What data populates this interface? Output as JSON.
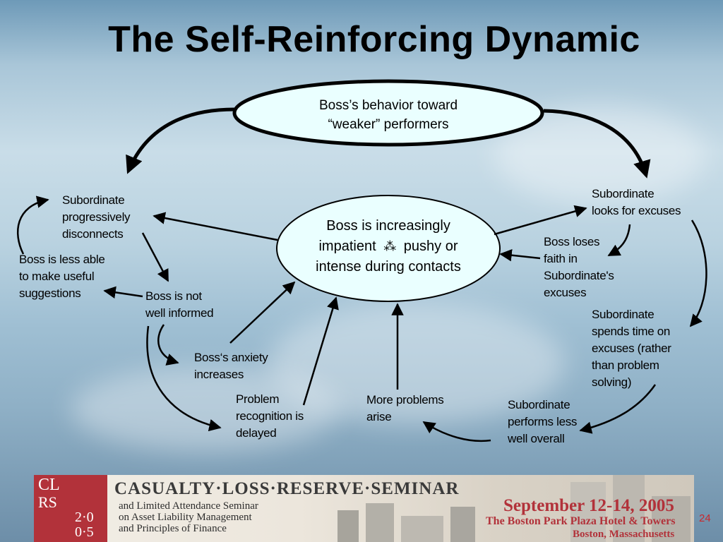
{
  "title": "The Self-Reinforcing Dynamic",
  "top_oval": {
    "line1": "Boss’s behavior toward",
    "line2": "“weaker” performers"
  },
  "center_oval": {
    "line1": "Boss is increasingly",
    "line2a": "impatient",
    "line2b": "pushy or",
    "line3": "intense during contacts"
  },
  "nodes": {
    "subordinate_disconnects": [
      "Subordinate",
      "progressively",
      "disconnects"
    ],
    "boss_less_able": [
      "Boss is  less able",
      "to make useful",
      "suggestions"
    ],
    "boss_not_informed": [
      "Boss is not",
      "well informed"
    ],
    "boss_anxiety": [
      "Boss‘s anxiety",
      "increases"
    ],
    "problem_recognition": [
      "Problem",
      "recognition is",
      "delayed"
    ],
    "more_problems": [
      "More problems",
      "arise"
    ],
    "subordinate_excuses": [
      "Subordinate",
      "looks for excuses"
    ],
    "boss_loses_faith": [
      "Boss loses",
      "faith in",
      "Subordinate's",
      "excuses"
    ],
    "subordinate_spends_time": [
      "Subordinate",
      "spends time on",
      "excuses (rather",
      "than problem",
      "solving)"
    ],
    "subordinate_performs": [
      "Subordinate",
      "performs less",
      "well overall"
    ]
  },
  "banner": {
    "logo_line1": "CL",
    "logo_line2": "RS",
    "logo_year1": "2·0",
    "logo_year2": "0·5",
    "seminar_title": "CASUALTY·LOSS·RESERVE·SEMINAR",
    "sub1": "and Limited Attendance Seminar",
    "sub2": "on Asset Liability Management",
    "sub3": "and Principles of Finance",
    "dates": "September 12-14, 2005",
    "hotel": "The Boston Park Plaza Hotel & Towers",
    "city": "Boston, Massachusetts"
  },
  "page_number": "24",
  "colors": {
    "oval_fill": "#eaffff",
    "banner_red": "#b2323a",
    "page_number": "#c8282d"
  },
  "icons": {
    "separator": "asterism-icon"
  }
}
